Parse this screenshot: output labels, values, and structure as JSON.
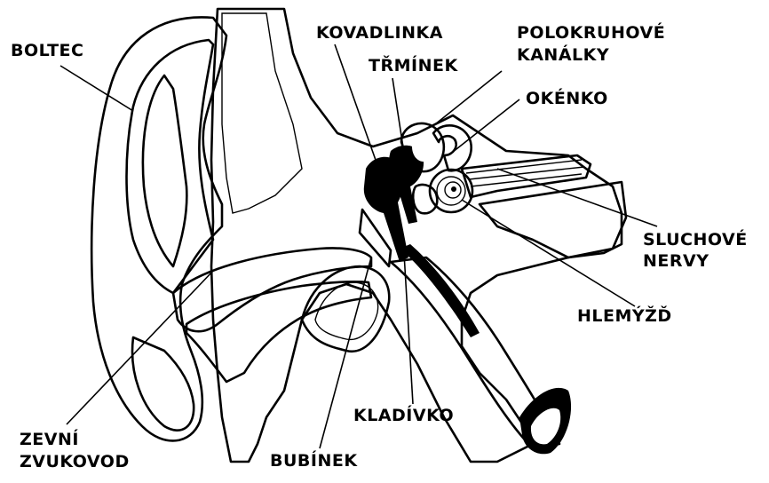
{
  "labels": {
    "boltec": "BOLTEC",
    "kovadlinka": "KOVADLINKA",
    "polokruhove_1": "POLOKRUHOVÉ",
    "polokruhove_2": "KANÁLKY",
    "trminek": "TŘMÍNEK",
    "okenko": "OKÉNKO",
    "sluchove_1": "SLUCHOVÉ",
    "sluchove_2": "NERVY",
    "hlemyzd": "HLEMÝŽĎ",
    "kladivko": "KLADÍVKO",
    "bubinek": "BUBÍNEK",
    "zevni_1": "ZEVNÍ",
    "zevni_2": "ZVUKOVOD"
  }
}
